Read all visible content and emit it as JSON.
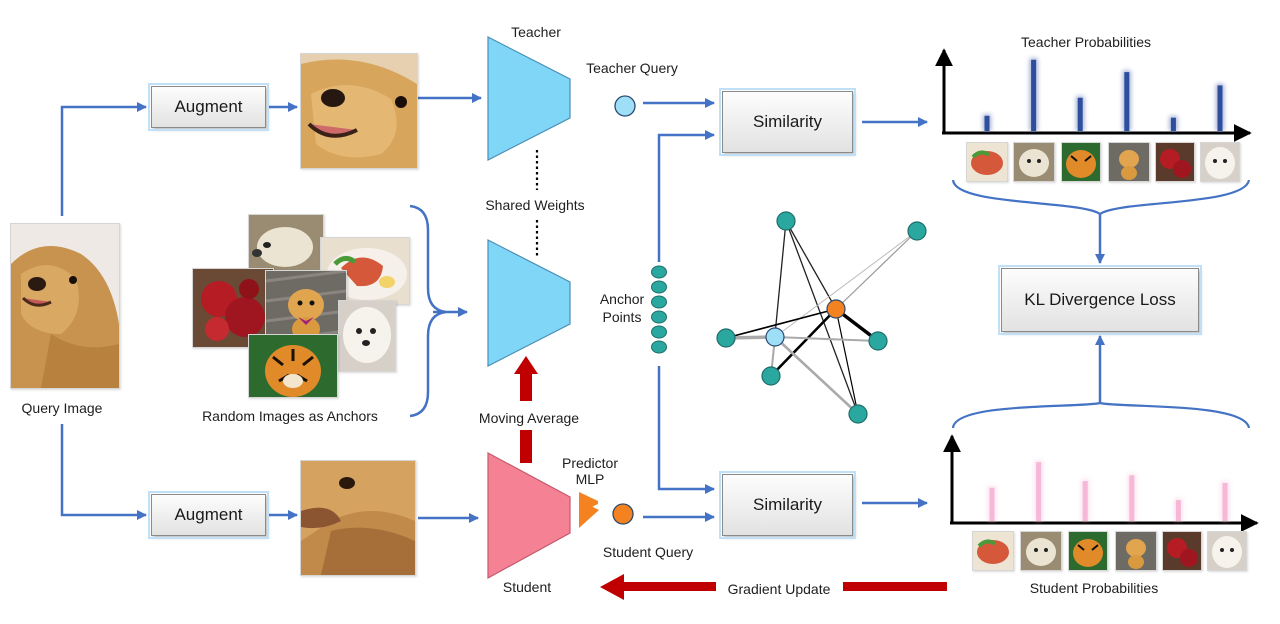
{
  "labels": {
    "query_image": "Query Image",
    "augment_top": "Augment",
    "augment_bottom": "Augment",
    "teacher": "Teacher",
    "shared_weights": "Shared Weights",
    "moving_average": "Moving Average",
    "student": "Student",
    "predictor_line1": "Predictor",
    "predictor_line2": "MLP",
    "teacher_query": "Teacher Query",
    "student_query": "Student  Query",
    "anchor_points_line1": "Anchor",
    "anchor_points_line2": "Points",
    "random_anchors": "Random Images as Anchors",
    "similarity_top": "Similarity",
    "similarity_bottom": "Similarity",
    "teacher_probabilities": "Teacher Probabilities",
    "student_probabilities": "Student  Probabilities",
    "kl_loss": "KL Divergence Loss",
    "gradient_update": "Gradient Update"
  },
  "chart_data": [
    {
      "type": "bar",
      "categories": [
        "salad",
        "white-dog",
        "tiger",
        "puppy",
        "pomegranate",
        "fluffy-dog"
      ],
      "values": [
        0.16,
        0.75,
        0.35,
        0.62,
        0.14,
        0.48
      ]
    },
    {
      "type": "bar",
      "categories": [
        "salad",
        "white-dog",
        "tiger",
        "puppy",
        "pomegranate",
        "fluffy-dog"
      ],
      "values": [
        0.35,
        0.62,
        0.42,
        0.48,
        0.22,
        0.4
      ]
    }
  ],
  "colors": {
    "arrow": "#4472c4",
    "red_arrow": "#c00000",
    "teacher": "#7fd6f7",
    "student": "#f48294",
    "predictor": "#f58220",
    "anchor_node": "#2aa8a0",
    "teacher_bar": "#2e4e9e",
    "student_bar": "#f7b8d8"
  }
}
